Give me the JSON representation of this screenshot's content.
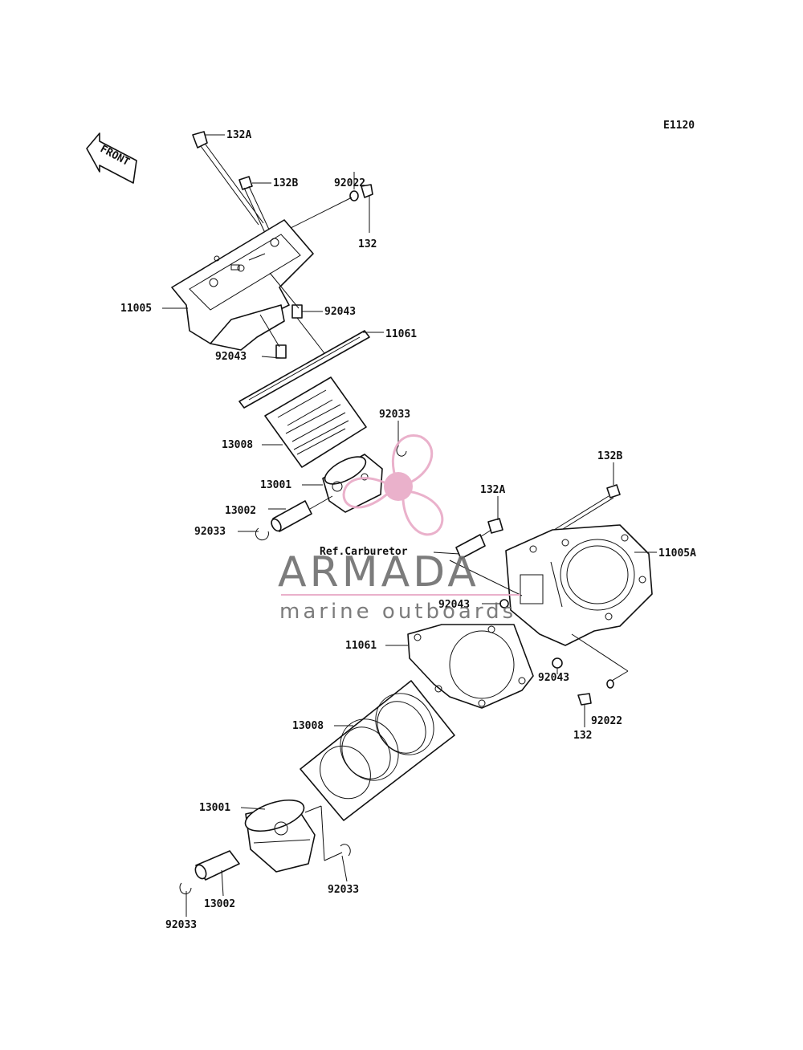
{
  "diagram": {
    "code": "E1120",
    "front_label": "FRONT",
    "ref_note": "Ref.Carburetor",
    "callouts": {
      "c132a_top": "132A",
      "c132b_top": "132B",
      "c92022_top": "92022",
      "c132_top": "132",
      "c11005": "11005",
      "c92043_top_right": "92043",
      "c11061_top": "11061",
      "c92043_top_left": "92043",
      "c92033_top": "92033",
      "c13008_top": "13008",
      "c13001_top": "13001",
      "c13002_top": "13002",
      "c92033_top_left": "92033",
      "c132b_right": "132B",
      "c132a_mid": "132A",
      "c11005a": "11005A",
      "c92043_mid": "92043",
      "c11061_bottom": "11061",
      "c92043_bottom": "92043",
      "c92022_bottom": "92022",
      "c132_bottom": "132",
      "c13008_bottom": "13008",
      "c13001_bottom": "13001",
      "c92033_bottom_right": "92033",
      "c13002_bottom": "13002",
      "c92033_bottom_left": "92033"
    }
  },
  "watermark": {
    "brand": "ARMADA",
    "tagline": "marine outboards",
    "accent_color": "#e8a9c6",
    "text_color": "#6e6e6e"
  }
}
